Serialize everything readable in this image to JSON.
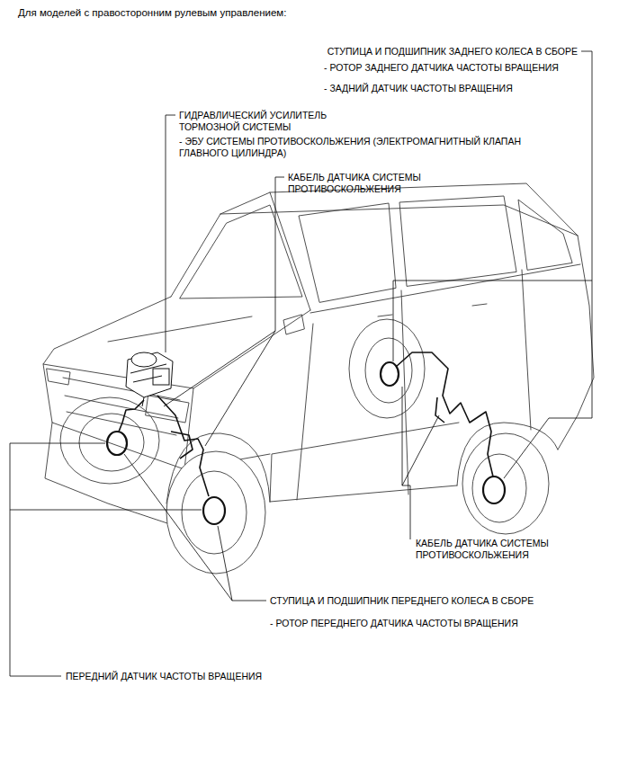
{
  "diagram": {
    "title": "Для моделей с правосторонним рулевым управлением:",
    "labels": [
      "СТУПИЦА И ПОДШИПНИК ЗАДНЕГО КОЛЕСА В СБОРЕ",
      "- РОТОР ЗАДНЕГО ДАТЧИКА ЧАСТОТЫ ВРАЩЕНИЯ",
      "- ЗАДНИЙ ДАТЧИК ЧАСТОТЫ ВРАЩЕНИЯ",
      "ГИДРАВЛИЧЕСКИЙ УСИЛИТЕЛЬ ТОРМОЗНОЙ СИСТЕМЫ",
      "- ЭБУ СИСТЕМЫ ПРОТИВОСКОЛЬЖЕНИЯ (ЭЛЕКТРОМАГНИТНЫЙ КЛАПАН ГЛАВНОГО ЦИЛИНДРА)",
      "КАБЕЛЬ ДАТЧИКА СИСТЕМЫ ПРОТИВОСКОЛЬЖЕНИЯ",
      "КАБЕЛЬ ДАТЧИКА СИСТЕМЫ ПРОТИВОСКОЛЬЖЕНИЯ",
      "СТУПИЦА И ПОДШИПНИК ПЕРЕДНЕГО КОЛЕСА В СБОРЕ",
      "- РОТОР ПЕРЕДНЕГО ДАТЧИКА ЧАСТОТЫ ВРАЩЕНИЯ",
      "ПЕРЕДНИЙ ДАТЧИК ЧАСТОТЫ ВРАЩЕНИЯ"
    ]
  }
}
